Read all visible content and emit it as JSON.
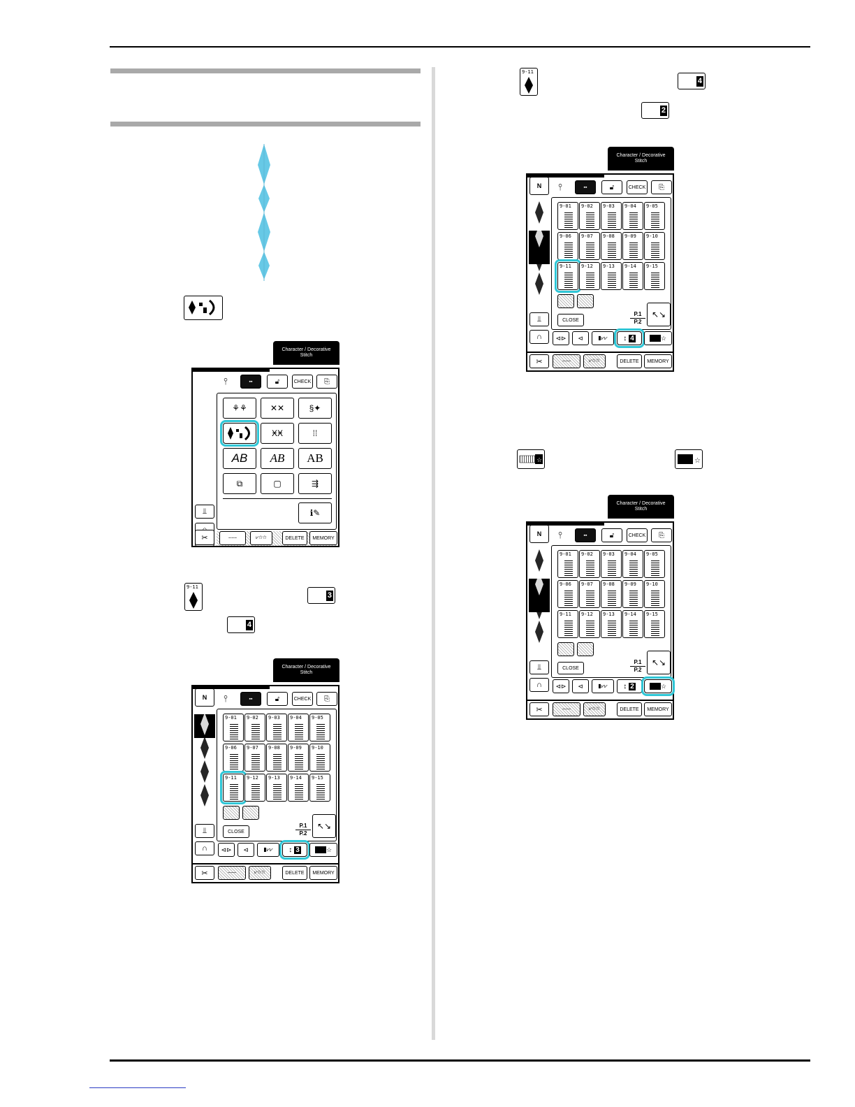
{
  "page": {
    "tab_title": "Character / Decorative\nStitch"
  },
  "icons": {
    "stitch_small_label": "9-11",
    "len_a": "3",
    "len_b": "4",
    "len_c": "4",
    "len_d": "2"
  },
  "panel1": {
    "tab": "Character / Decorative Stitch",
    "check": "CHECK",
    "delete": "DELETE",
    "memory": "MEMORY",
    "category_buttons": [
      "",
      "",
      "",
      "",
      "",
      "",
      "AB",
      "AB",
      "AB",
      "",
      "",
      ""
    ]
  },
  "grid_panels": {
    "tab": "Character / Decorative Stitch",
    "check": "CHECK",
    "close": "CLOSE",
    "delete": "DELETE",
    "memory": "MEMORY",
    "page_top": "P.1",
    "page_bottom": "P.2",
    "cells": [
      "9-01",
      "9-02",
      "9-03",
      "9-04",
      "9-05",
      "9-06",
      "9-07",
      "9-08",
      "9-09",
      "9-10",
      "9-11",
      "9-12",
      "9-13",
      "9-14",
      "9-15"
    ],
    "len_values": [
      "3",
      "4",
      "2"
    ]
  },
  "colors": {
    "highlight": "#2fc6d6",
    "sample_stitch": "#67c9e6"
  }
}
